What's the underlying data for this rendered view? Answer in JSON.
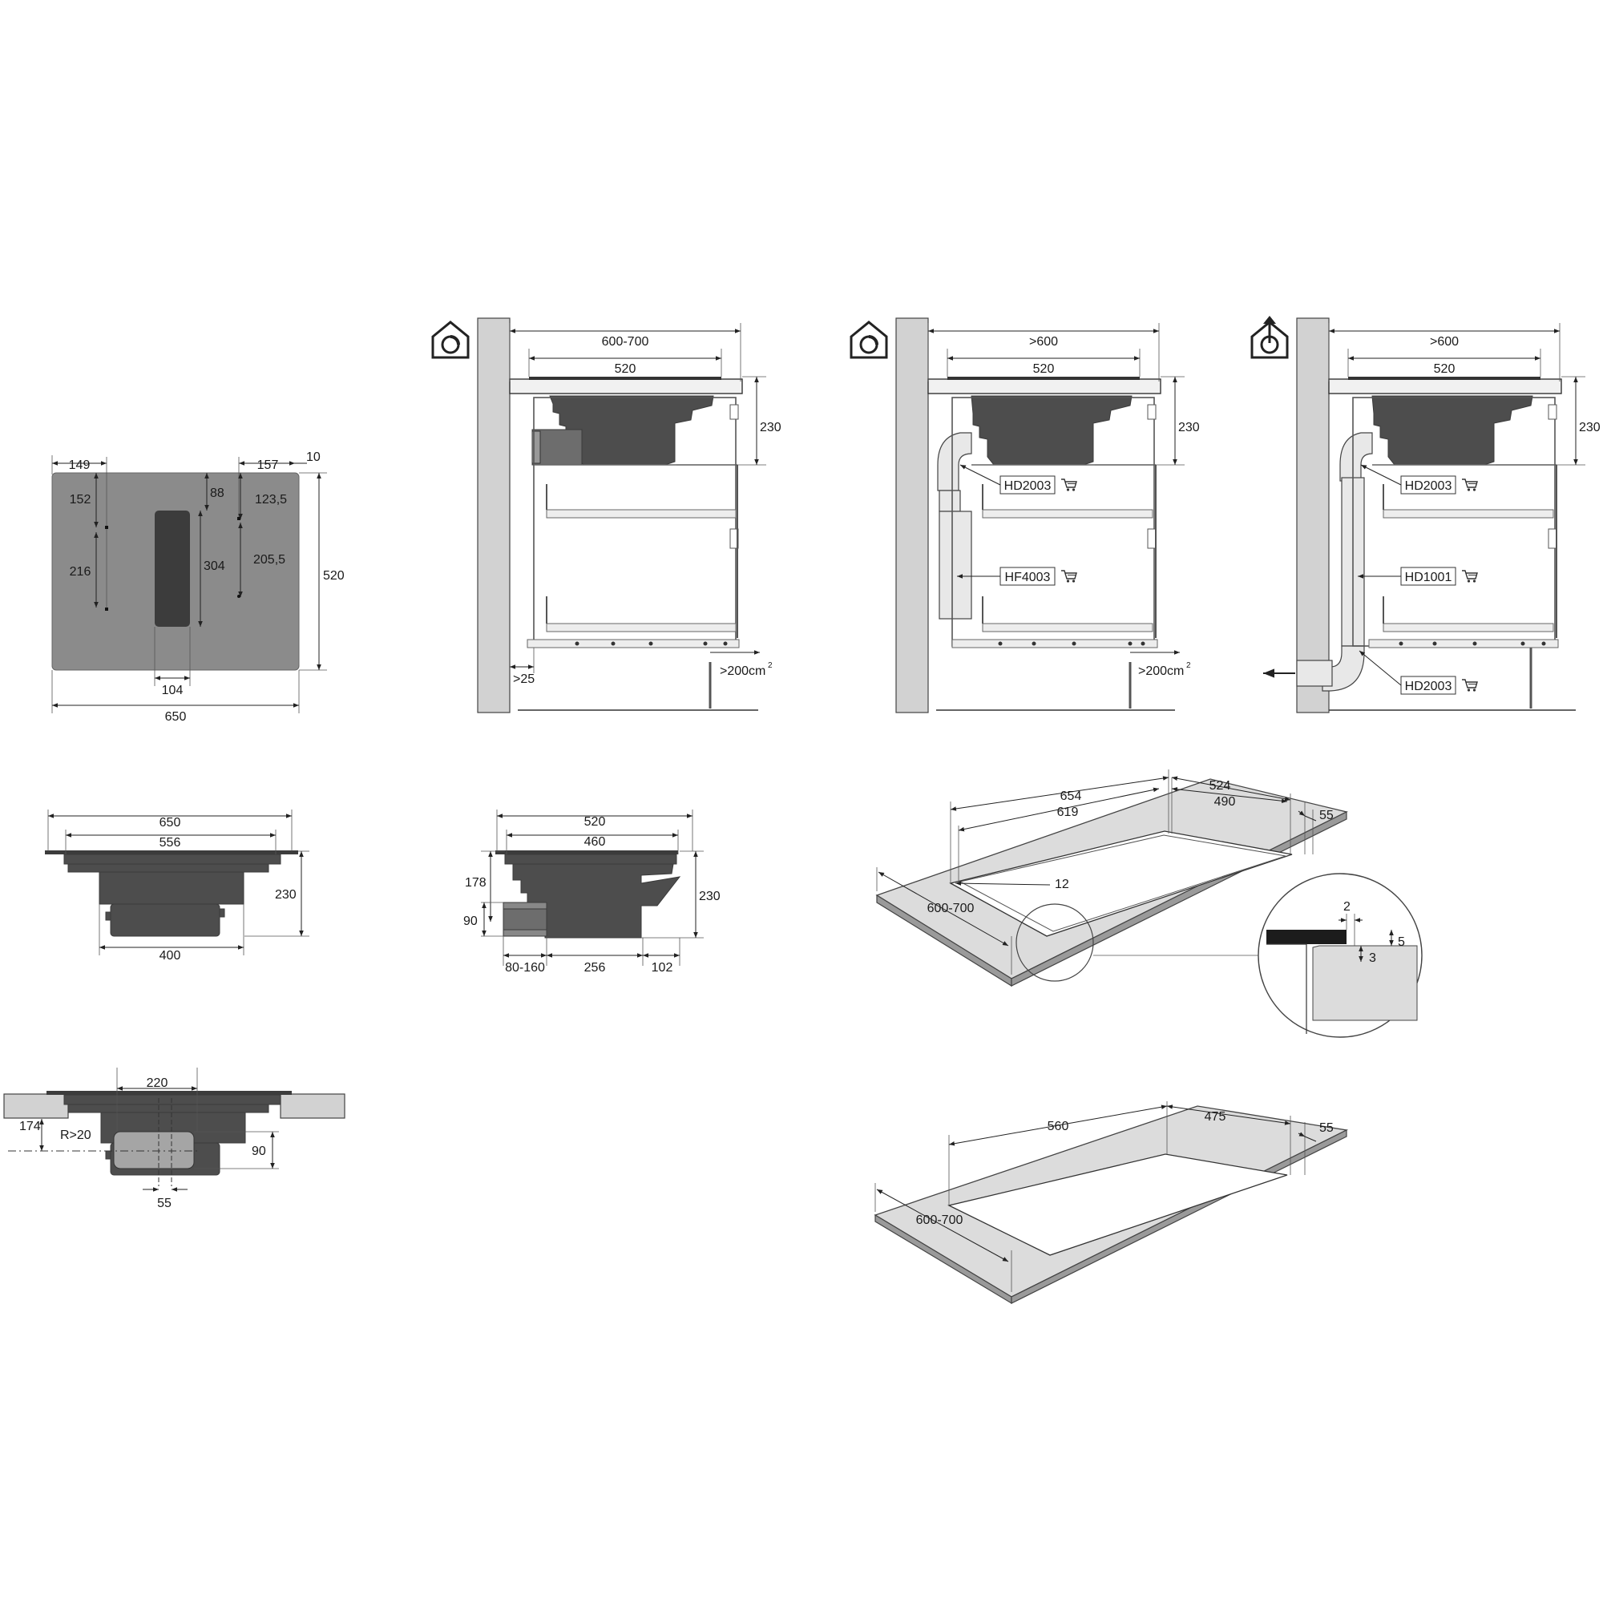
{
  "top_view": {
    "width": "650",
    "height": "520",
    "dim_left": "149",
    "dim_right": "157",
    "dim_edge": "10",
    "dim_152": "152",
    "dim_216": "216",
    "dim_88": "88",
    "dim_304": "304",
    "dim_1235": "123,5",
    "dim_2055": "205,5",
    "dim_104": "104"
  },
  "side_view": {
    "width": "650",
    "inner": "556",
    "height": "230",
    "bottom": "400"
  },
  "profile_view": {
    "width": "520",
    "inner": "460",
    "height": "230",
    "h178": "178",
    "h90": "90",
    "d1": "80-160",
    "d2": "256",
    "d3": "102"
  },
  "section_view": {
    "w220": "220",
    "h174": "174",
    "radius": "R>20",
    "h90": "90",
    "w55": "55"
  },
  "install_a": {
    "depth": "600-700",
    "inner": "520",
    "height": "230",
    "gap": ">25",
    "vent": ">200cm",
    "vent_sup": "2"
  },
  "install_b": {
    "depth": ">600",
    "inner": "520",
    "height": "230",
    "tag1": "HD2003",
    "tag2": "HF4003",
    "vent": ">200cm",
    "vent_sup": "2"
  },
  "install_c": {
    "depth": ">600",
    "inner": "520",
    "height": "230",
    "tag1": "HD2003",
    "tag2": "HD1001",
    "tag3": "HD2003"
  },
  "cutout_flush": {
    "d654": "654",
    "d619": "619",
    "d524": "524",
    "d490": "490",
    "d55": "55",
    "d12": "12",
    "depth": "600-700",
    "detail_2": "2",
    "detail_3": "3",
    "detail_5": "5"
  },
  "cutout_top": {
    "d560": "560",
    "d475": "475",
    "d55": "55",
    "depth": "600-700"
  }
}
